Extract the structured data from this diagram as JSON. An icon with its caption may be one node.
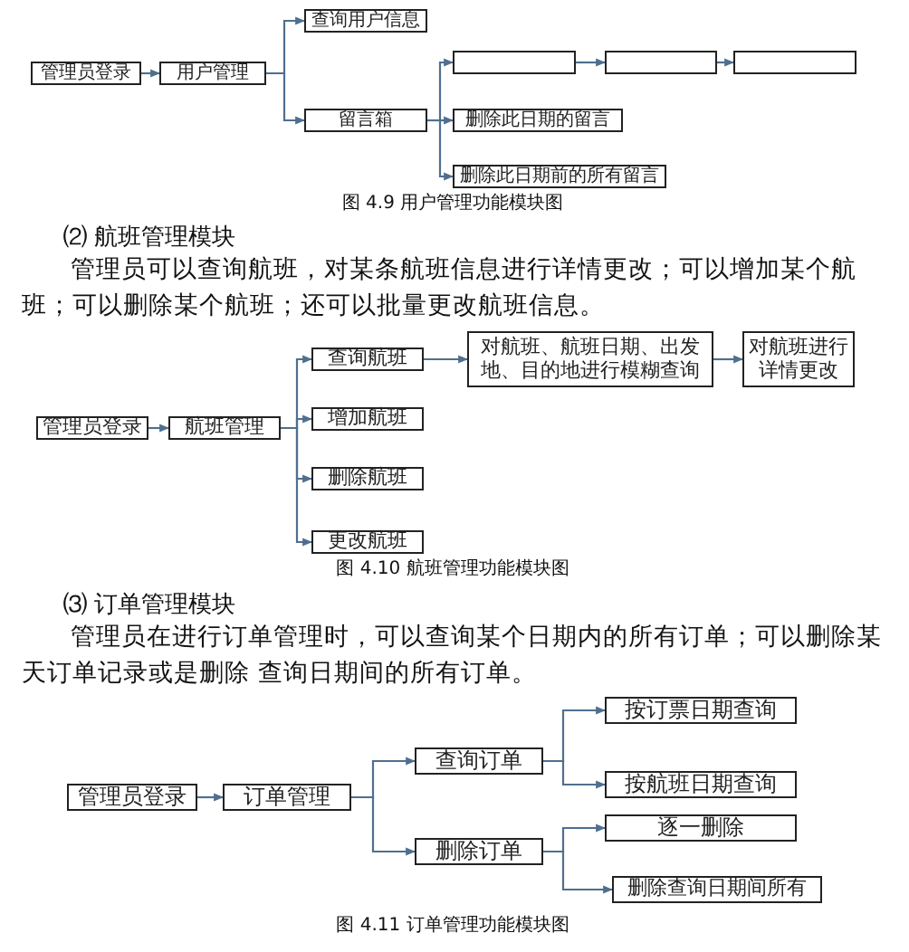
{
  "diagram": {
    "nodes": [
      {
        "text": [
          "管理员登录"
        ]
      },
      {
        "text": [
          "用户管理"
        ]
      },
      {
        "text": [
          "查询用户信息"
        ]
      },
      {
        "text": [
          "留言箱"
        ]
      },
      {
        "text": [],
        "shape": "box"
      },
      {
        "text": [],
        "shape": "box"
      },
      {
        "text": [],
        "shape": "box"
      },
      {
        "text": [
          "删除此日期的留言"
        ]
      },
      {
        "text": [
          "删除此日期前的所有留言"
        ]
      },
      {
        "text": [
          "管理员登录"
        ]
      },
      {
        "text": [
          "航班管理"
        ]
      },
      {
        "text": [
          "查询航班"
        ]
      },
      {
        "text": [
          "对航班、航班日期、出发地、目的地进行模糊查询"
        ]
      },
      {
        "text": [
          "对航班进行详情更改"
        ]
      },
      {
        "text": [
          "增加航班"
        ]
      },
      {
        "text": [
          "删除航班"
        ]
      },
      {
        "text": [
          "更改航班"
        ]
      },
      {
        "text": [
          "管理员登录"
        ]
      },
      {
        "text": [
          "订单管理"
        ]
      },
      {
        "text": [
          "查询订单"
        ]
      },
      {
        "text": [
          "按订票日期查询"
        ]
      },
      {
        "text": [
          "按航班日期查询"
        ]
      },
      {
        "text": [
          "删除订单"
        ]
      },
      {
        "text": [
          "逐一删除"
        ]
      },
      {
        "text": [
          "删除查询日期间所有"
        ]
      }
    ],
    "edges": [
      {
        "from": 0,
        "to": 1,
        "arrow": "to"
      },
      {
        "from": 1,
        "to": 2,
        "arrow": "to"
      },
      {
        "from": 1,
        "to": 3,
        "arrow": "to"
      },
      {
        "from": 3,
        "to": 4,
        "arrow": "to"
      },
      {
        "from": 4,
        "to": 5,
        "arrow": "to"
      },
      {
        "from": 5,
        "to": 6,
        "arrow": "to"
      },
      {
        "from": 3,
        "to": 7,
        "arrow": "to"
      },
      {
        "from": 3,
        "to": 8,
        "arrow": "to"
      },
      {
        "from": 9,
        "to": 10,
        "arrow": "to"
      },
      {
        "from": 10,
        "to": 11,
        "arrow": "to"
      },
      {
        "from": 10,
        "to": 14,
        "arrow": "to"
      },
      {
        "from": 10,
        "to": 15,
        "arrow": "to"
      },
      {
        "from": 10,
        "to": 16,
        "arrow": "to"
      },
      {
        "from": 11,
        "to": 12,
        "arrow": "to"
      },
      {
        "from": 12,
        "to": 13,
        "arrow": "to"
      },
      {
        "from": 17,
        "to": 18,
        "arrow": "to"
      },
      {
        "from": 18,
        "to": 19,
        "arrow": "to"
      },
      {
        "from": 18,
        "to": 22,
        "arrow": "to"
      },
      {
        "from": 19,
        "to": 20,
        "arrow": "to"
      },
      {
        "from": 19,
        "to": 21,
        "arrow": "to"
      },
      {
        "from": 22,
        "to": 23,
        "arrow": "to"
      },
      {
        "from": 22,
        "to": 24,
        "arrow": "to"
      }
    ],
    "labels": [
      "图 4.9  用户管理功能模块图",
      "⑵ 航班管理模块",
      "管理员可以查询航班，对某条航班信息进行详情更改；可以增加某个航班；可以删除某个航班；还可以批量更改航班信息。",
      "图 4.10  航班管理功能模块图",
      "⑶ 订单管理模块",
      "管理员在进行订单管理时，可以查询某个日期内的所有订单；可以删除某天订单记录或是删除 查询日期间的所有订单。",
      "图 4.11  订单管理功能模块图"
    ]
  }
}
